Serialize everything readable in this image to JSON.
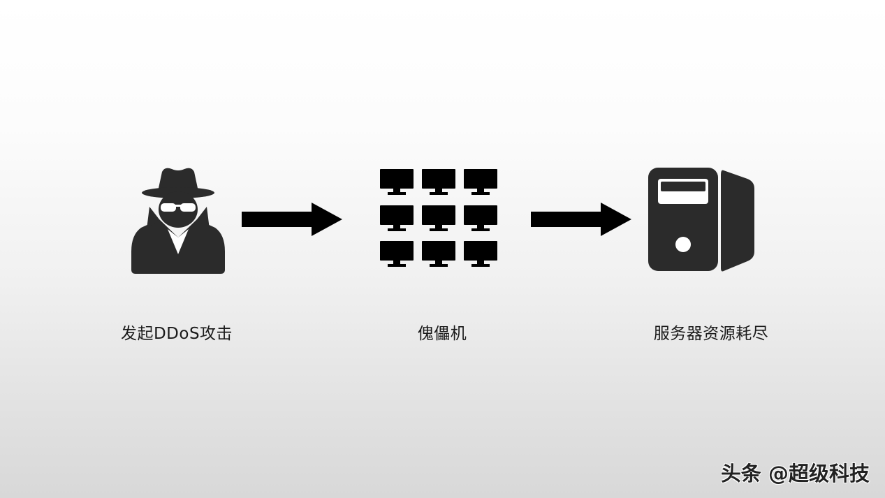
{
  "diagram": {
    "steps": [
      {
        "icon": "hacker-icon",
        "label": "发起DDoS攻击"
      },
      {
        "icon": "botnet-icon",
        "label": "傀儡机"
      },
      {
        "icon": "server-icon",
        "label": "服务器资源耗尽"
      }
    ],
    "arrows": [
      "arrow-right-icon",
      "arrow-right-icon"
    ]
  },
  "watermark": {
    "text": "头条 @超级科技"
  },
  "colors": {
    "icon_fill": "#2b2b2b",
    "arrow_fill": "#000000",
    "text": "#1a1a1a"
  }
}
